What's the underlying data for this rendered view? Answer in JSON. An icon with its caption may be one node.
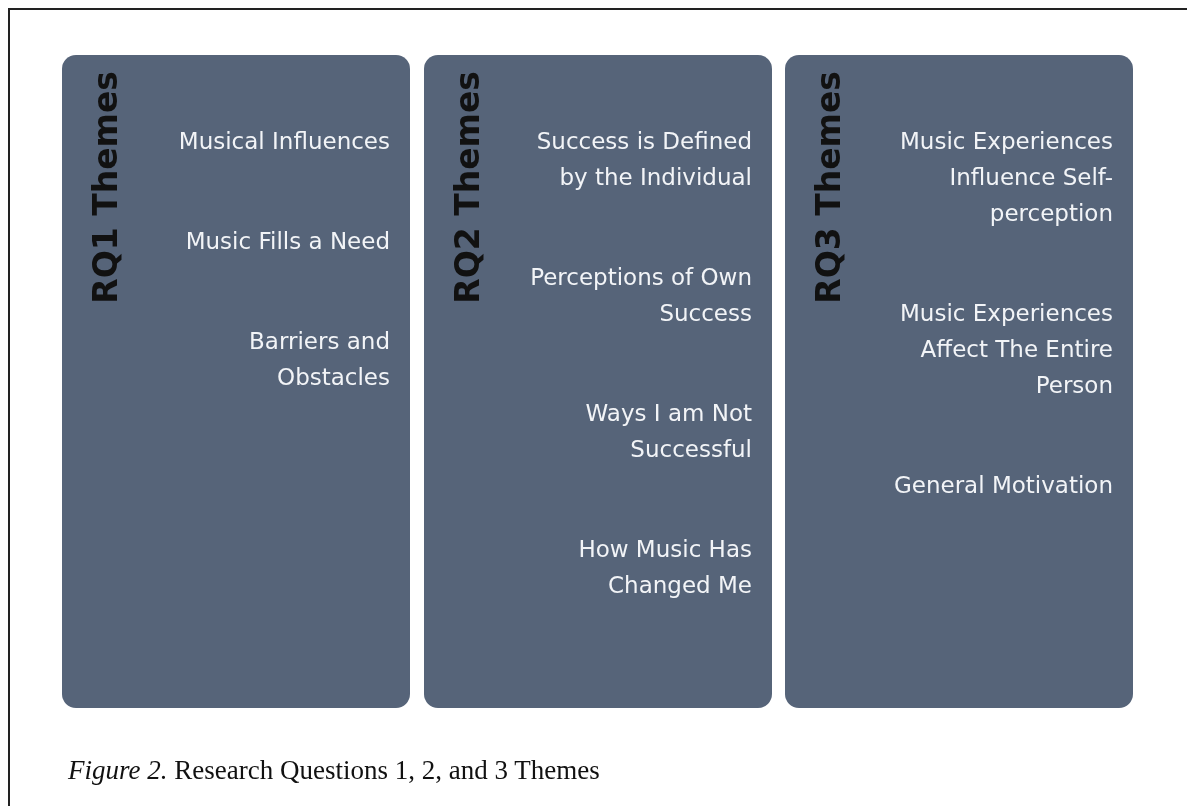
{
  "diagram": {
    "caption": "*Figure 2.* Research Questions 1, 2, and 3 Themes",
    "nodes": [
      {
        "text": [
          "RQ1 Themes",
          "Musical Influences",
          "Music Fills a Need",
          "Barriers and Obstacles"
        ]
      },
      {
        "text": [
          "RQ2 Themes",
          "Success is Defined by the Individual",
          "Perceptions of Own Success",
          "Ways I am Not Successful",
          "How Music Has Changed Me"
        ]
      },
      {
        "text": [
          "RQ3 Themes",
          "Music Experiences Influence Self-perception",
          "Music Experiences Affect The Entire Person",
          "General Motivation"
        ]
      }
    ],
    "edges": []
  }
}
